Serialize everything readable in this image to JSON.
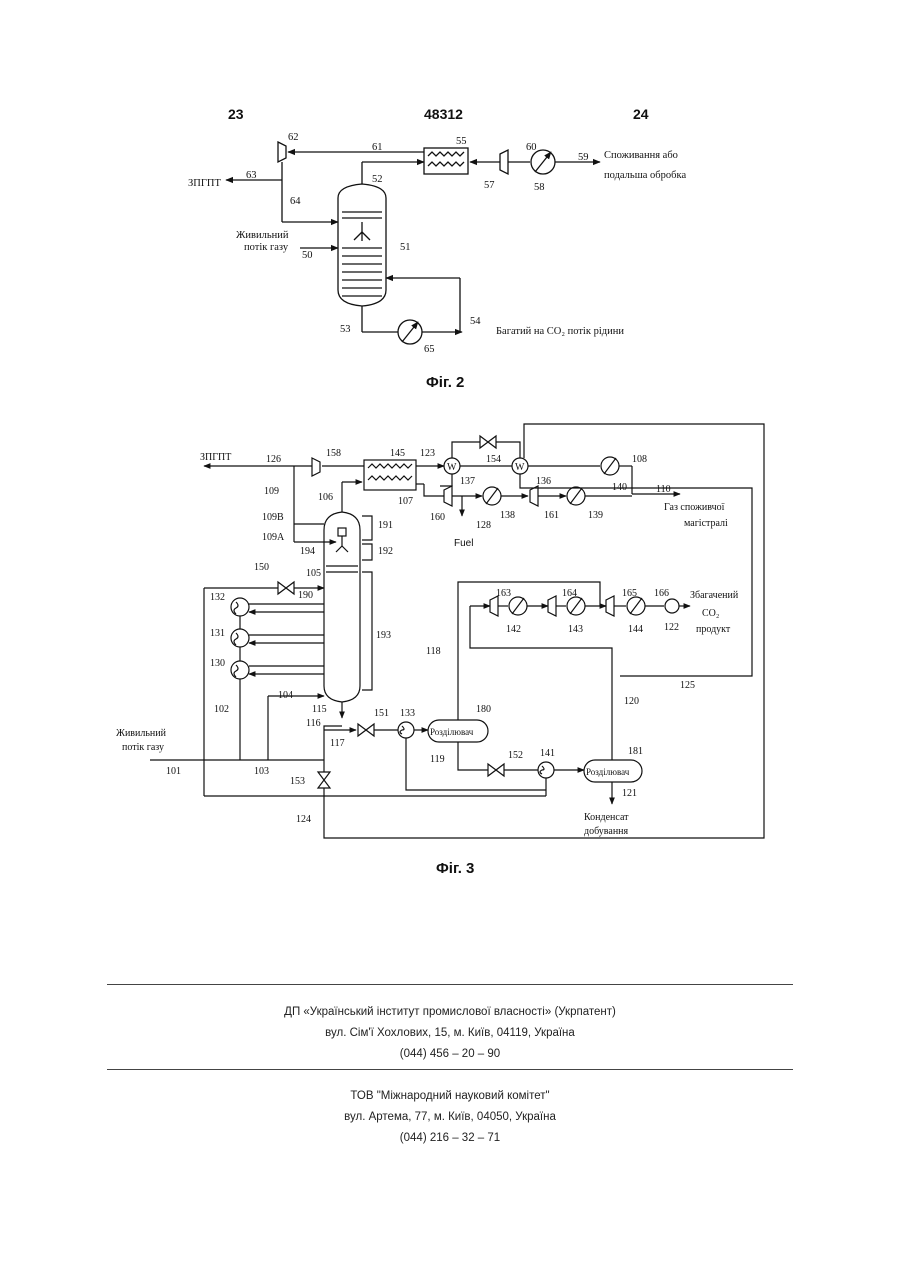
{
  "header": {
    "left": "23",
    "center": "48312",
    "right": "24"
  },
  "fig2": {
    "caption": "Фіг. 2",
    "labels": {
      "n62": "62",
      "n61": "61",
      "n55": "55",
      "n60": "60",
      "n59": "59",
      "n63": "63",
      "zpgt": "ЗПГПТ",
      "n64": "64",
      "n52": "52",
      "n57": "57",
      "n58": "58",
      "consume1": "Споживання або",
      "consume2": "подальша обробка",
      "feed1": "Живильний",
      "feed2": "потік газу",
      "n50": "50",
      "n51": "51",
      "n53": "53",
      "n54": "54",
      "n65": "65",
      "co2": "Багатий на CO₂ потік рідини"
    }
  },
  "fig3": {
    "caption": "Фіг. 3",
    "labels": {
      "zpgt": "ЗПГПТ",
      "n126": "126",
      "n158": "158",
      "n145": "145",
      "n123": "123",
      "n154": "154",
      "n108": "108",
      "n109": "109",
      "n106": "106",
      "n137": "137",
      "n136": "136",
      "n140": "140",
      "n110": "110",
      "n107": "107",
      "gas1": "Газ споживчої",
      "gas2": "магістралі",
      "n109b": "109B",
      "n160": "160",
      "n138": "138",
      "n161": "161",
      "n139": "139",
      "n128": "128",
      "n191": "191",
      "n109a": "109A",
      "fuel": "Fuel",
      "n194": "194",
      "n192": "192",
      "n150": "150",
      "n105": "105",
      "n163": "163",
      "n164": "164",
      "n165": "165",
      "n166": "166",
      "enriched": "Збагачений",
      "co2": "CO₂",
      "product": "продукт",
      "n132": "132",
      "n190": "190",
      "n142": "142",
      "n143": "143",
      "n144": "144",
      "n122": "122",
      "n131": "131",
      "n193": "193",
      "n118": "118",
      "n130": "130",
      "n125": "125",
      "n104": "104",
      "n120": "120",
      "n102": "102",
      "n115": "115",
      "n151": "151",
      "n133": "133",
      "n180": "180",
      "n181": "181",
      "n116": "116",
      "sep": "Розділювач",
      "feed1": "Живильний",
      "feed2": "потік газу",
      "n117": "117",
      "n119": "119",
      "n152": "152",
      "n141": "141",
      "n101": "101",
      "n103": "103",
      "n153": "153",
      "n121": "121",
      "cond1": "Конденсат",
      "cond2": "добування",
      "n124": "124"
    }
  },
  "footer": {
    "org1": "ДП «Український інститут промислової власності» (Укрпатент)",
    "addr1": "вул. Сім'ї Хохлових, 15, м. Київ, 04119, Україна",
    "phone1": "(044) 456 – 20 – 90",
    "org2": "ТОВ \"Міжнародний науковий комітет\"",
    "addr2": "вул. Артема, 77, м. Київ, 04050, Україна",
    "phone2": "(044) 216 – 32 – 71"
  }
}
